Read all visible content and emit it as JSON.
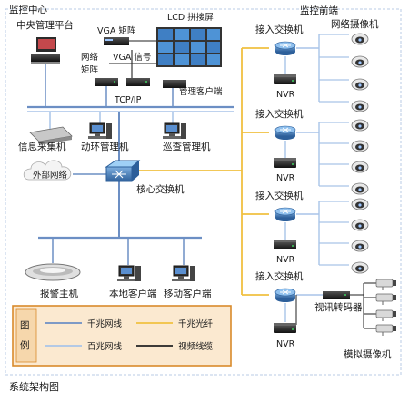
{
  "sections": {
    "monitoring_center": "监控中心",
    "monitoring_frontend": "监控前端",
    "caption": "系统架构图"
  },
  "center": {
    "central_platform": "中央管理平台",
    "vga_matrix": "VGA 矩阵",
    "lcd_wall": "LCD 拼接屏",
    "network_matrix": "网络矩阵",
    "vga_signal": "VGA 信号",
    "mgmt_client": "管理客户端",
    "tcpip": "TCP/IP",
    "info_collector": "信息采集机",
    "env_manager": "动环管理机",
    "patrol_manager": "巡查管理机",
    "external_net": "外部网络",
    "core_switch": "核心交换机",
    "alarm_host": "报警主机",
    "local_client": "本地客户端",
    "mobile_client": "移动客户端"
  },
  "frontend": {
    "access_switch": "接入交换机",
    "nvr": "NVR",
    "network_camera": "网络摄像机",
    "video_encoder": "视讯转码器",
    "analog_camera": "模拟摄像机"
  },
  "legend": {
    "title": "图例",
    "items": [
      {
        "label": "千兆网线",
        "color": "#6c8fc4"
      },
      {
        "label": "千兆光纤",
        "color": "#f0c040"
      },
      {
        "label": "百兆网线",
        "color": "#a9c4e8"
      },
      {
        "label": "视频线缆",
        "color": "#222222"
      }
    ]
  },
  "colors": {
    "gigabit": "#6c8fc4",
    "fiber": "#f0c040",
    "fast": "#a9c4e8",
    "video": "#222222",
    "frame": "#8aa9d6",
    "legend_border": "#d98a2b",
    "legend_fill": "#fbe9d0"
  }
}
